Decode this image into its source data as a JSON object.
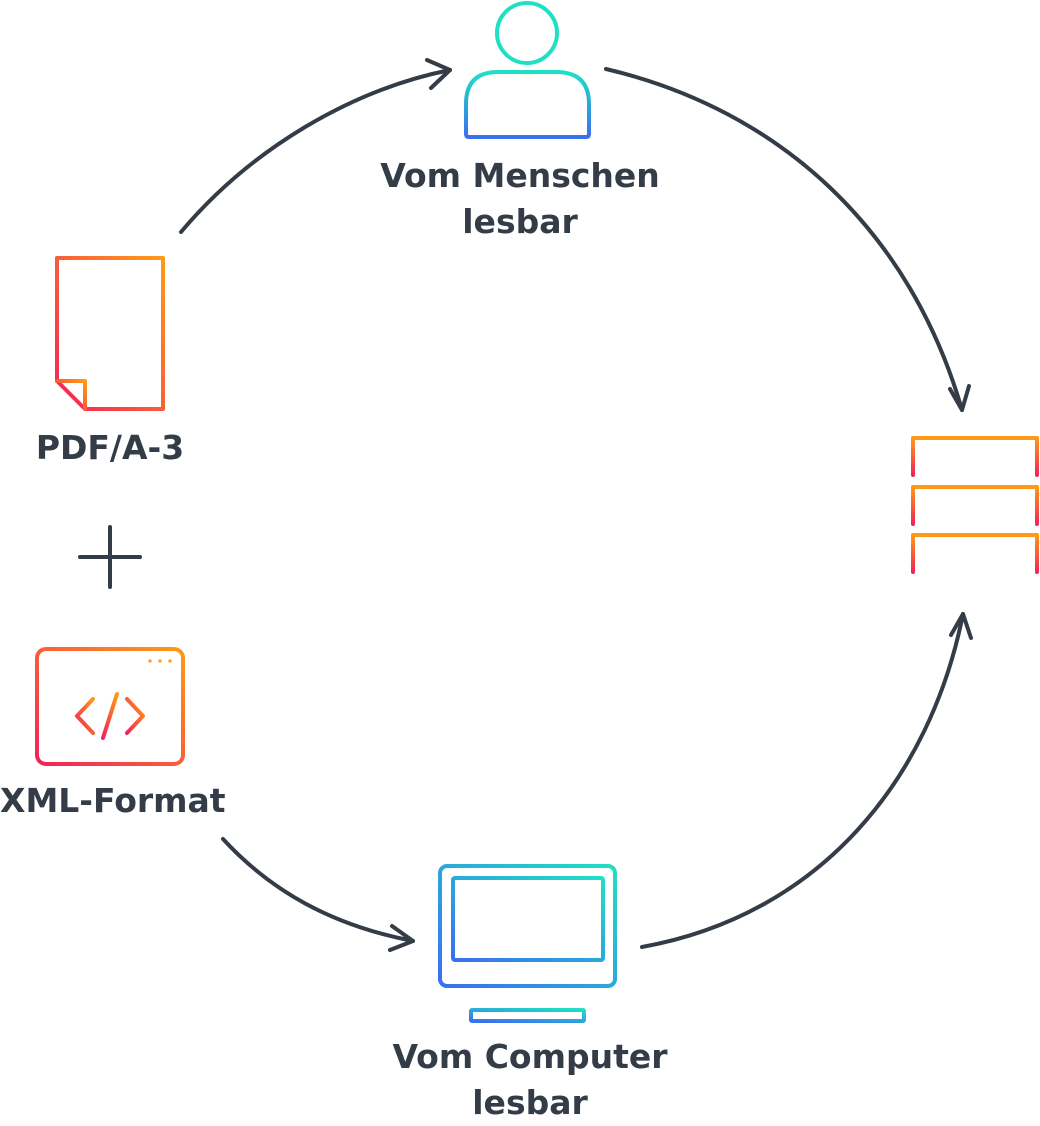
{
  "nodes": {
    "human": {
      "line1": "Vom Menschen",
      "line2": "lesbar",
      "icon": "person-icon"
    },
    "pdf": {
      "label": "PDF/A-3",
      "icon": "document-icon"
    },
    "plus": {
      "icon": "plus-icon"
    },
    "xml": {
      "label": "XML-Format",
      "icon": "code-window-icon"
    },
    "computer": {
      "line1": "Vom Computer",
      "line2": "lesbar",
      "icon": "monitor-icon"
    },
    "server": {
      "icon": "server-icon"
    }
  },
  "colors": {
    "text": "#333c47",
    "arrow": "#333c47",
    "warm_start": "#ff9a17",
    "warm_end": "#f2235a",
    "cool_start": "#1fe0c4",
    "cool_end": "#3a6ff0"
  }
}
